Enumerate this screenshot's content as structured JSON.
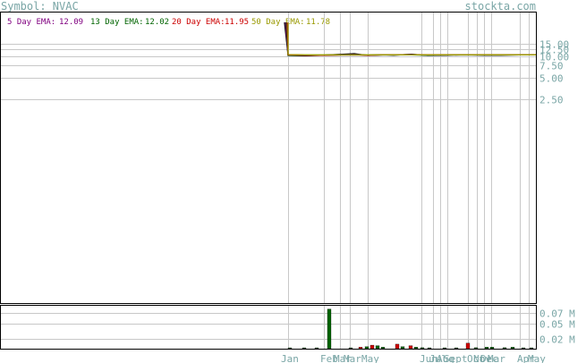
{
  "header": {
    "symbol_label": "Symbol: NVAC",
    "brand": "stockta.com"
  },
  "legend": [
    {
      "label": "5 Day EMA:",
      "value": "12.09",
      "color": "#800080"
    },
    {
      "label": "13 Day EMA:",
      "value": "12.02",
      "color": "#006400"
    },
    {
      "label": "20 Day EMA:",
      "value": "11.95",
      "color": "#cc0000"
    },
    {
      "label": "50 Day EMA:",
      "value": "11.78",
      "color": "#999900"
    }
  ],
  "chart_data": [
    {
      "type": "line",
      "title": "",
      "x_tick_labels": [
        "Jan",
        "Feb",
        "Mar",
        "Mar",
        "May",
        "Jun",
        "Jul",
        "Aug",
        "Sept",
        "Oct",
        "Nov",
        "Dec",
        "Mar",
        "Apr",
        "May"
      ],
      "y_scale": "log",
      "y_tick_labels": [
        "15.00",
        "12.50",
        "10.00",
        "7.50",
        "5.00",
        "2.50"
      ],
      "y_ticks": [
        15.0,
        12.5,
        10.0,
        7.5,
        5.0,
        2.5
      ],
      "series": [
        {
          "name": "Price",
          "color": "#000000",
          "values": [
            30.0,
            10.3,
            10.2,
            10.4,
            10.9,
            10.3,
            10.5,
            10.4,
            10.7,
            10.3,
            10.4,
            10.5,
            10.4,
            10.4,
            10.5,
            10.5
          ]
        },
        {
          "name": "5 Day EMA",
          "color": "#800080",
          "values": [
            30.0,
            10.4,
            10.3,
            10.4,
            10.6,
            10.4,
            10.5,
            10.5,
            10.6,
            10.4,
            10.5,
            10.5,
            10.5,
            10.5,
            10.5,
            10.5
          ]
        },
        {
          "name": "13 Day EMA",
          "color": "#006400",
          "values": [
            30.0,
            10.4,
            10.3,
            10.4,
            10.5,
            10.4,
            10.5,
            10.5,
            10.5,
            10.4,
            10.5,
            10.5,
            10.5,
            10.5,
            10.5,
            10.5
          ]
        },
        {
          "name": "20 Day EMA",
          "color": "#cc0000",
          "values": [
            30.0,
            10.5,
            10.4,
            10.4,
            10.5,
            10.4,
            10.5,
            10.5,
            10.5,
            10.5,
            10.5,
            10.5,
            10.5,
            10.5,
            10.5,
            10.5
          ]
        },
        {
          "name": "50 Day EMA",
          "color": "#999900",
          "values": [
            30.0,
            10.6,
            10.5,
            10.5,
            10.5,
            10.5,
            10.5,
            10.5,
            10.5,
            10.5,
            10.5,
            10.5,
            10.5,
            10.5,
            10.5,
            10.5
          ]
        }
      ]
    },
    {
      "type": "bar",
      "title": "",
      "y_tick_labels": [
        "0.07 M",
        "0.05 M",
        "0.02 M"
      ],
      "y_ticks": [
        0.07,
        0.05,
        0.02
      ],
      "ylim": [
        0,
        0.085
      ],
      "values": [
        0.001,
        0.001,
        0.001,
        0.0785,
        0.001,
        0.003,
        0.004,
        0.007,
        0.006,
        0.003,
        0.009,
        0.004,
        0.006,
        0.003,
        0.002,
        0.001,
        0.001,
        0.001,
        0.011,
        0.002,
        0.003,
        0.003,
        0.002,
        0.003,
        0.001,
        0.001
      ],
      "colors": [
        "g",
        "g",
        "g",
        "g",
        "g",
        "r",
        "g",
        "r",
        "g",
        "g",
        "r",
        "g",
        "r",
        "g",
        "g",
        "g",
        "g",
        "g",
        "r",
        "g",
        "g",
        "g",
        "g",
        "g",
        "g",
        "g"
      ]
    }
  ]
}
